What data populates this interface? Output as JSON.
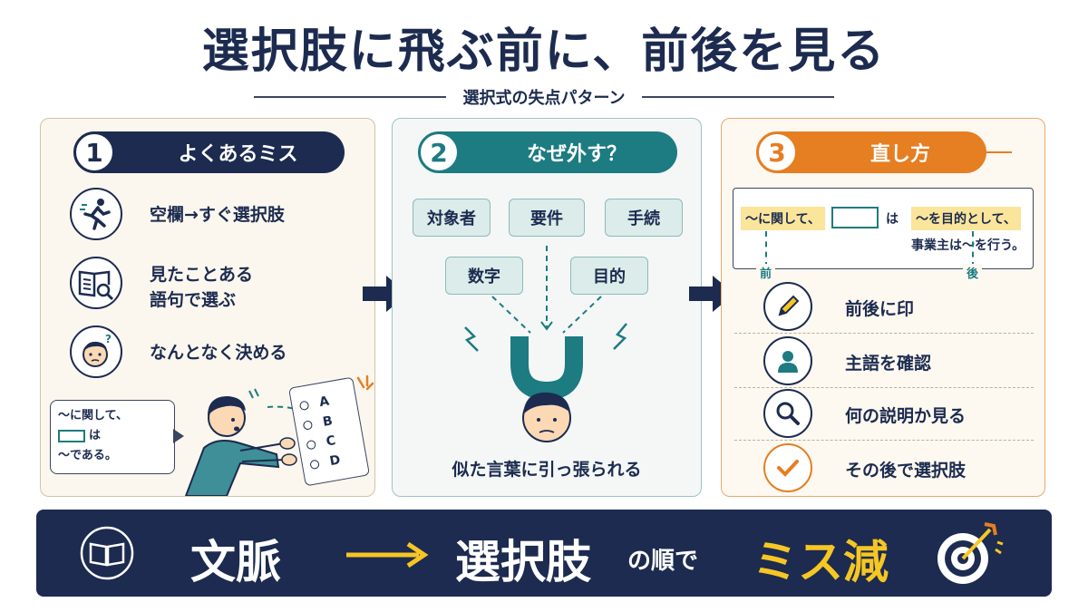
{
  "title": "選択肢に飛ぶ前に、前後を見る",
  "subtitle": "選択式の失点パターン",
  "panel1": {
    "number": "1",
    "heading": "よくあるミス",
    "items": [
      {
        "icon": "running-person-icon",
        "text": "空欄→すぐ選択肢"
      },
      {
        "icon": "book-magnifier-icon",
        "text_line1": "見たことある",
        "text_line2": "語句で選ぶ"
      },
      {
        "icon": "confused-face-icon",
        "text": "なんとなく決める"
      }
    ],
    "bubble": {
      "line1": "〜に関して、",
      "line2": "は",
      "line3": "〜である。"
    },
    "card_options": [
      "A",
      "B",
      "C",
      "D"
    ]
  },
  "panel2": {
    "number": "2",
    "heading": "なぜ外す？",
    "tags": [
      "対象者",
      "要件",
      "手続",
      "数字",
      "目的"
    ],
    "caption": "似た言葉に引っ張られる"
  },
  "panel3": {
    "number": "3",
    "heading": "直し方",
    "sentence": {
      "part1": "〜に関して、",
      "particle": "は",
      "part2": "〜を目的として、",
      "part3": "事業主は〜を行う。"
    },
    "marker_before": "前",
    "marker_after": "後",
    "steps": [
      {
        "icon": "pencil-icon",
        "text": "前後に印"
      },
      {
        "icon": "person-icon",
        "text": "主語を確認"
      },
      {
        "icon": "magnifier-icon",
        "text": "何の説明か見る"
      },
      {
        "icon": "check-icon",
        "text": "その後で選択肢"
      }
    ]
  },
  "banner": {
    "word1": "文脈",
    "word2": "選択肢",
    "connector": "の順で",
    "result": "ミス減"
  },
  "colors": {
    "navy": "#1c2b4f",
    "teal": "#1d7b82",
    "orange": "#e67e22",
    "yellow": "#f6c624"
  }
}
